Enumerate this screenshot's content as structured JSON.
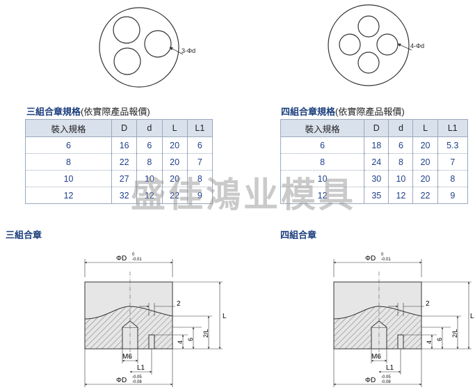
{
  "labels": {
    "three_dia": "3-Φd",
    "four_dia": "4-Φd",
    "dim_top": "ΦD",
    "dim_top_tol": [
      "0",
      "-0.01"
    ],
    "dim_bottom": "ΦD",
    "dim_bottom_tol": [
      "-0.05",
      "-0.08"
    ],
    "dim_2": "2",
    "dim_L": "L",
    "dim_2L": "2/L",
    "dim_6": "6",
    "dim_4": "4",
    "dim_M6": "M6",
    "dim_L1": "L1"
  },
  "three": {
    "title": "三組合章規格",
    "note": "(依實際產品報價)",
    "section": "三組合章",
    "headers": [
      "裝入規格",
      "D",
      "d",
      "L",
      "L1"
    ],
    "rows": [
      [
        "6",
        "16",
        "6",
        "20",
        "6"
      ],
      [
        "8",
        "22",
        "8",
        "20",
        "7"
      ],
      [
        "10",
        "27",
        "10",
        "20",
        "8"
      ],
      [
        "12",
        "32",
        "12",
        "22",
        "9"
      ]
    ]
  },
  "four": {
    "title": "四組合章規格",
    "note": "(依實際產品報價)",
    "section": "四組合章",
    "headers": [
      "裝入規格",
      "D",
      "d",
      "L",
      "L1"
    ],
    "rows": [
      [
        "6",
        "18",
        "6",
        "20",
        "5.3"
      ],
      [
        "8",
        "24",
        "8",
        "20",
        "7"
      ],
      [
        "10",
        "30",
        "10",
        "20",
        "8"
      ],
      [
        "12",
        "35",
        "12",
        "22",
        "9"
      ]
    ]
  },
  "watermark": "盛佳鴻业模具"
}
